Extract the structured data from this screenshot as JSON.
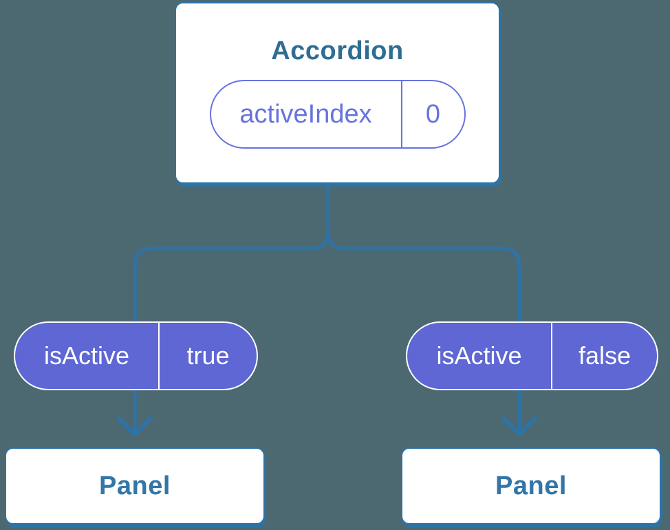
{
  "colors": {
    "background": "#4C6972",
    "line": "#2D73A6",
    "box_bg": "#FFFFFF",
    "accordion_title": "#2F6D92",
    "panel_title": "#3276A8",
    "pill_outline": "#6673DE",
    "pill_fill": "#5E67D3",
    "pill_fill_text": "#FFFFFF"
  },
  "diagram": {
    "root": {
      "title": "Accordion",
      "state": {
        "name": "activeIndex",
        "value": "0"
      }
    },
    "props": [
      {
        "name": "isActive",
        "value": "true"
      },
      {
        "name": "isActive",
        "value": "false"
      }
    ],
    "children": [
      {
        "title": "Panel"
      },
      {
        "title": "Panel"
      }
    ]
  }
}
